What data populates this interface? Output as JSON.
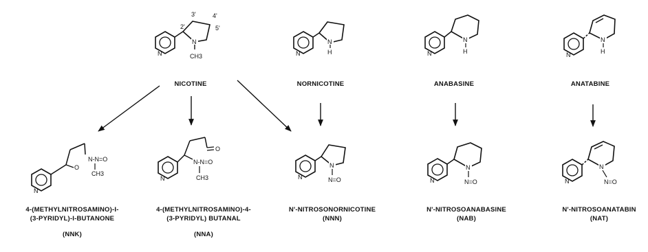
{
  "top_row": [
    {
      "id": "nicotine",
      "name": "NICOTINE"
    },
    {
      "id": "nornicotine",
      "name": "NORNICOTINE"
    },
    {
      "id": "anabasine",
      "name": "ANABASINE"
    },
    {
      "id": "anatabine",
      "name": "ANATABINE"
    }
  ],
  "bottom_row": [
    {
      "id": "nnk",
      "line1": "4-(METHYLNITROSAMINO)-I-",
      "line2": "(3-PYRIDYL)-I-BUTANONE",
      "abbr": "(NNK)"
    },
    {
      "id": "nna",
      "line1": "4-(METHYLNITROSAMINO)-4-",
      "line2": "(3-PYRIDYL) BUTANAL",
      "abbr": "(NNA)"
    },
    {
      "id": "nnn",
      "line1": "N'-NITROSONORNICOTINE",
      "line2": "",
      "abbr": "(NNN)"
    },
    {
      "id": "nab",
      "line1": "N'-NITROSOANABASINE",
      "line2": "",
      "abbr": "(NAB)"
    },
    {
      "id": "nat",
      "line1": "N'-NITROSOANATABIN",
      "line2": "",
      "abbr": "(NAT)"
    }
  ],
  "atoms": {
    "N": "N",
    "NH": "N",
    "H": "H",
    "CH3": "CH3",
    "O": "O",
    "NNO": "N-N=O",
    "NO": "N=O"
  },
  "ring_positions": [
    "3'",
    "4'",
    "2'",
    "5'"
  ]
}
